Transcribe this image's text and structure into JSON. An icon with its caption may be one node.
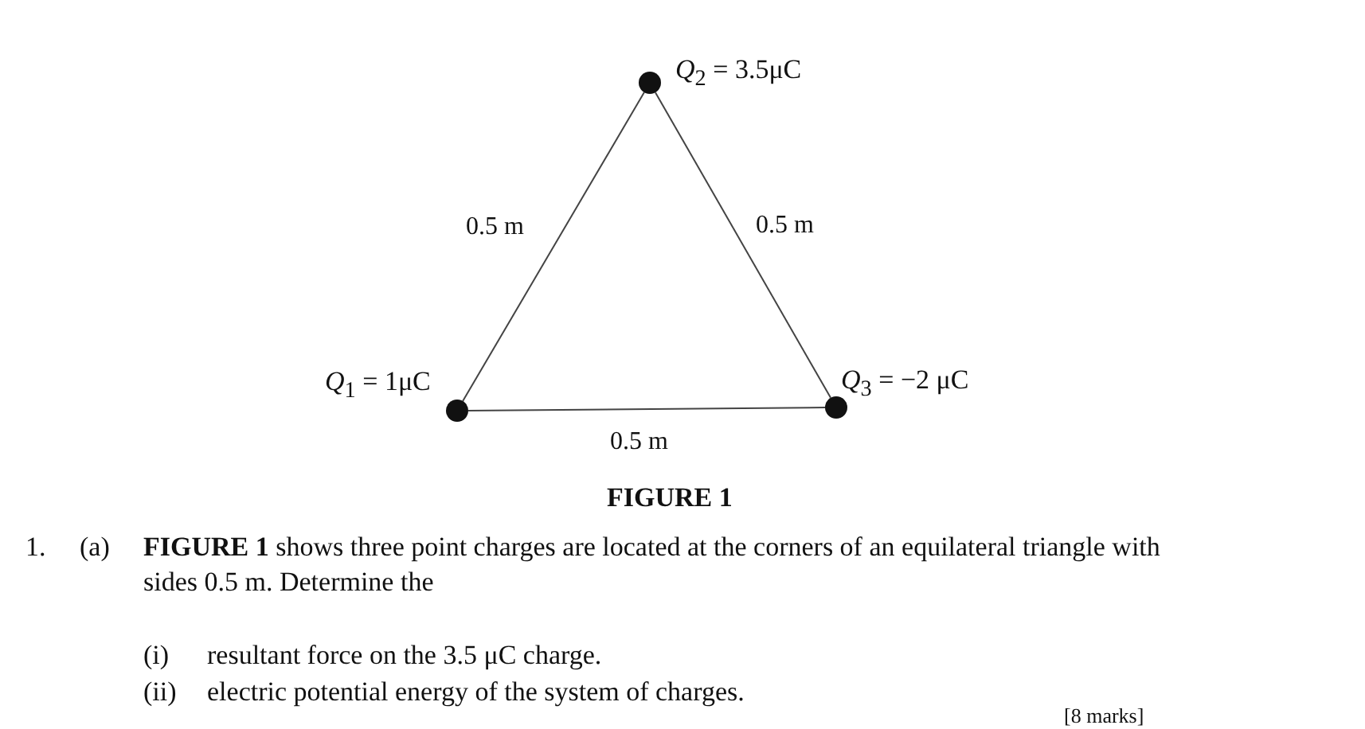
{
  "diagram": {
    "nodes": [
      {
        "text": [],
        "shape": "circle",
        "beside": [
          "*Q*$_{2}$ = 3.5μC"
        ]
      },
      {
        "text": [],
        "shape": "circle",
        "beside": [
          "*Q*$_{1}$ = 1μC"
        ]
      },
      {
        "text": [],
        "shape": "circle",
        "beside": [
          "*Q*$_{3}$ = −2 μC"
        ]
      }
    ],
    "edges": [
      {
        "from": 0,
        "to": 1,
        "arrow": "none",
        "label": "0.5 m"
      },
      {
        "from": 0,
        "to": 2,
        "arrow": "none",
        "label": "0.5 m"
      },
      {
        "from": 1,
        "to": 2,
        "arrow": "none",
        "label": "0.5 m"
      }
    ],
    "labels": [
      "FIGURE 1",
      "1.",
      "(a)",
      "**FIGURE 1** shows three point charges are located at the corners of an equilateral triangle with sides 0.5 m. Determine the",
      "(i)",
      "resultant force on the 3.5 μC charge.",
      "(ii)",
      "electric potential energy of the system of charges.",
      "[8 marks]"
    ]
  }
}
